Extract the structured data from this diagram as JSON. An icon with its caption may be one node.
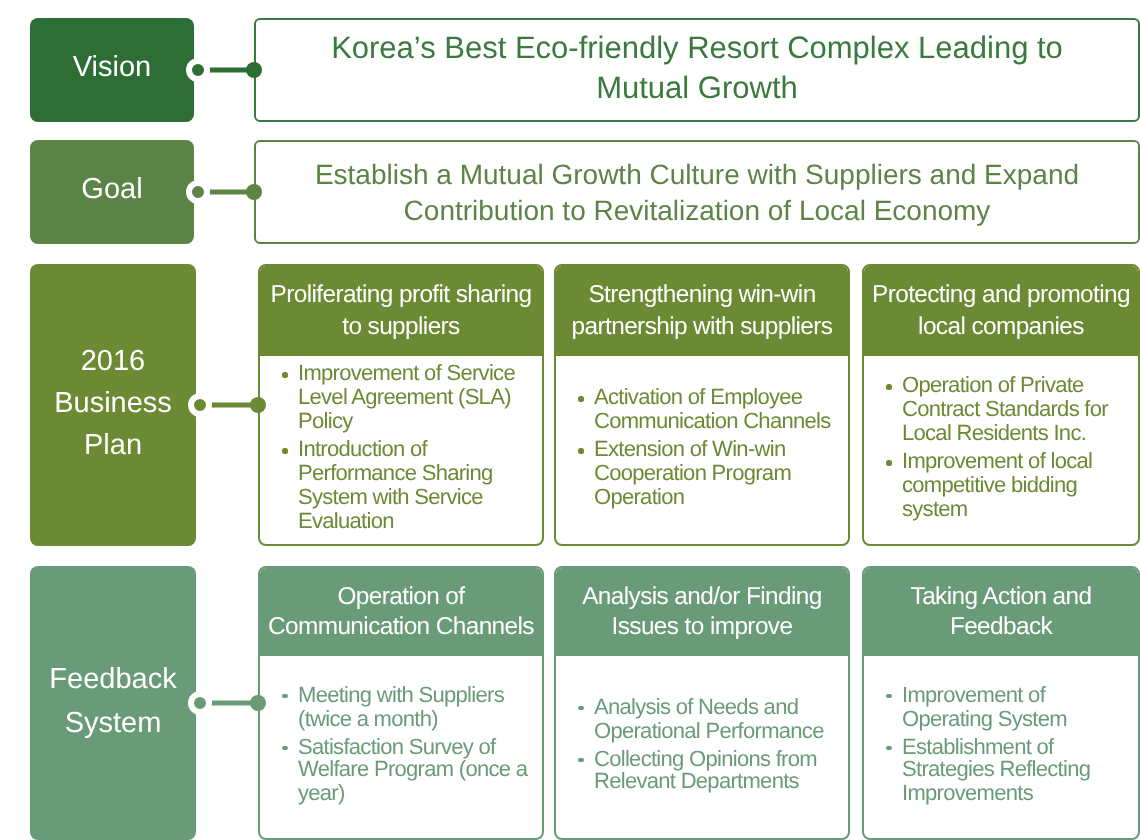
{
  "diagram": {
    "nodes": [
      {
        "text": [
          "Vision"
        ]
      },
      {
        "text": [
          "Korea’s Best Eco-friendly Resort Complex Leading to Mutual Growth"
        ]
      },
      {
        "text": [
          "Goal"
        ]
      },
      {
        "text": [
          "Establish a Mutual Growth Culture with Suppliers and Expand Contribution to Revitalization of Local Economy"
        ]
      },
      {
        "text": [
          "2016 Business Plan"
        ]
      },
      {
        "text": [
          "Proliferating profit sharing to suppliers",
          "Improvement of Service Level Agreement (SLA) Policy",
          "Introduction of Performance Sharing System with Service Evaluation"
        ]
      },
      {
        "text": [
          "Strengthening win-win partnership with suppliers",
          "Activation of Employee Communication Channels",
          "Extension of Win-win Cooperation Program Operation"
        ]
      },
      {
        "text": [
          "Protecting and promoting local companies",
          "Operation of Private Contract Standards for Local Residents Inc.",
          "Improvement of local competitive bidding system"
        ]
      },
      {
        "text": [
          "Feedback System"
        ]
      },
      {
        "text": [
          "Operation of Communication Channels",
          "Meeting with Suppliers (twice a month)",
          "Satisfaction Survey of Welfare Program (once a year)"
        ]
      },
      {
        "text": [
          "Analysis and/or Finding Issues to improve",
          "Analysis of Needs and Operational Performance",
          "Collecting Opinions from Relevant Departments"
        ]
      },
      {
        "text": [
          "Taking Action and Feedback",
          "Improvement of Operating System",
          "Establishment of Strategies Reflecting Improvements"
        ]
      }
    ],
    "edges": [
      {
        "from": 0,
        "to": 1,
        "arrow": "other",
        "color": "#2e6e35"
      },
      {
        "from": 2,
        "to": 3,
        "arrow": "other",
        "color": "#5b8446"
      },
      {
        "from": 4,
        "to": 5,
        "arrow": "other",
        "color": "#6b8a33"
      },
      {
        "from": 8,
        "to": 9,
        "arrow": "other",
        "color": "#6a9b78"
      }
    ]
  }
}
